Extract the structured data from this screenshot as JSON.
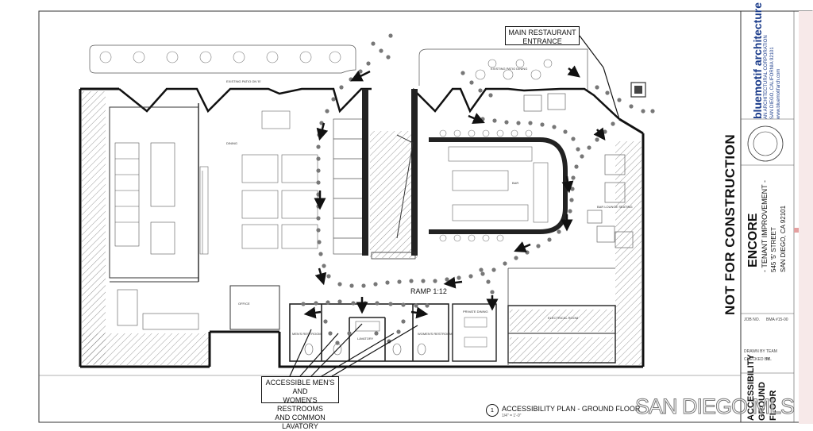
{
  "plan": {
    "title": "ACCESSIBILITY PLAN - GROUND FLOOR",
    "scale": "1/4\" = 1'-0\"",
    "number": "1",
    "ramp_label": "RAMP 1:12"
  },
  "callouts": {
    "entrance": [
      "MAIN RESTAURANT",
      "ENTRANCE"
    ],
    "restrooms": [
      "ACCESSIBLE MEN'S AND",
      "WOMEN'S RESTROOMS",
      "AND COMMON LAVATORY"
    ]
  },
  "title_block": {
    "status": "NOT FOR CONSTRUCTION",
    "project_name": "ENCORE",
    "project_subtitle": "- TENANT IMPROVEMENT -",
    "address_1": "545 '5' STREET",
    "address_2": "SAN DIEGO, CA 92101",
    "firm_name": "bluemotif architecture",
    "firm_line_1": "AN ARCHITECTURAL CORPORATION",
    "firm_line_2": "SAN DIEGO, CALIFORNIA 92101",
    "firm_line_3": "www.bluemotifarch.com",
    "sheet_title_lines": [
      "ACCESSIBILITY",
      "GROUND",
      "FLOOR"
    ],
    "fields": [
      {
        "label": "JOB NO.",
        "value": "BMA #15-00"
      },
      {
        "label": "DRAWN BY",
        "value": "TEAM"
      },
      {
        "label": "CHECKED BY",
        "value": "ML"
      }
    ]
  },
  "watermark": "SAN DIEGO MLS",
  "rooms": {
    "dining": "DINING",
    "bar": "BAR",
    "lounge": "BAR LOUNGE SEATING",
    "office": "OFFICE",
    "electrical": "ELECTRICAL ROOM",
    "lavatory": "LAVATORY",
    "mens": "MEN'S RESTROOM",
    "womens": "WOMEN'S RESTROOM",
    "private": "PRIVATE DINING",
    "patio1": "EXISTING PATIO ON 'B'",
    "patio2": "EXISTING PATIO DINING"
  }
}
